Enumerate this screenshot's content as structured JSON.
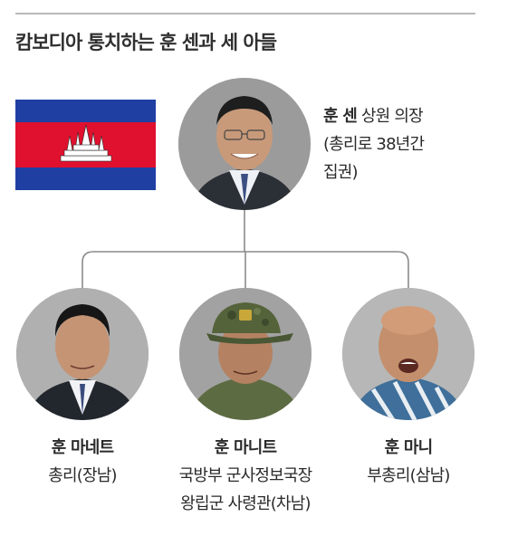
{
  "title": "캄보디아 통치하는 훈 센과 세 아들",
  "colors": {
    "flag_blue": "#1f3fa3",
    "flag_red": "#e0112e",
    "flag_white": "#ffffff",
    "connector": "#8a8a8a",
    "text": "#2a2a2a"
  },
  "leader": {
    "name": "훈 센",
    "role": "상원 의장",
    "note_line1": "(총리로 38년간",
    "note_line2": "집권)"
  },
  "sons": [
    {
      "name": "훈 마네트",
      "line1": "총리(장남)",
      "line2": ""
    },
    {
      "name": "훈 마니트",
      "line1": "국방부 군사정보국장",
      "line2": "왕립군 사령관(차남)"
    },
    {
      "name": "훈 마니",
      "line1": "부총리(삼남)",
      "line2": ""
    }
  ],
  "icons": {
    "flag": "cambodia-flag-icon",
    "temple": "angkor-wat-icon"
  }
}
